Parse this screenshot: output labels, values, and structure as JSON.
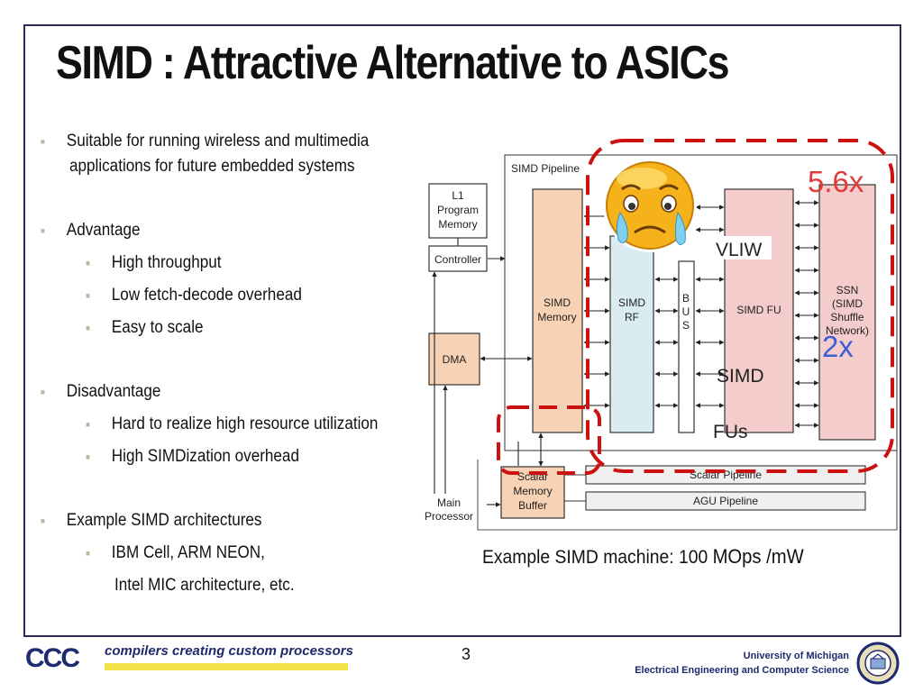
{
  "title": "SIMD : Attractive Alternative to ASICs",
  "bullets": {
    "b1_line1": "Suitable for running wireless and multimedia",
    "b1_line2": "applications for future embedded systems",
    "advantage": "Advantage",
    "adv1": "High throughput",
    "adv2": "Low fetch-decode overhead",
    "adv3": "Easy to scale",
    "disadvantage": "Disadvantage",
    "dis1": "Hard to realize high resource utilization",
    "dis2": "High SIMDization overhead",
    "examples": "Example SIMD architectures",
    "ex1": "IBM Cell, ARM NEON,",
    "ex2": "Intel MIC architecture, etc."
  },
  "diagram": {
    "simd_pipeline": "SIMD Pipeline",
    "l1_line1": "L1",
    "l1_line2": "Program",
    "l1_line3": "Memory",
    "controller": "Controller",
    "dma": "DMA",
    "simd_memory_line1": "SIMD",
    "simd_memory_line2": "Memory",
    "simd_rf_line1": "SIMD",
    "simd_rf_line2": "RF",
    "bus_b": "B",
    "bus_u": "U",
    "bus_s": "S",
    "simd_fu": "SIMD FU",
    "ssn_line1": "SSN",
    "ssn_line2": "(SIMD",
    "ssn_line3": "Shuffle",
    "ssn_line4": "Network)",
    "scalar_mem_line1": "Scalar",
    "scalar_mem_line2": "Memory",
    "scalar_mem_line3": "Buffer",
    "scalar_pipeline": "Scalar Pipeline",
    "agu_pipeline": "AGU Pipeline",
    "main_proc_line1": "Main",
    "main_proc_line2": "Processor",
    "vliw": "VLIW",
    "simd_label": "SIMD",
    "fus_label": "FUs",
    "factor_56": "5.6x",
    "factor_2": "2x",
    "colors": {
      "orange_box": "#f7d2b4",
      "blue_box": "#d8ecf2",
      "pink_box": "#f4cccc",
      "dash_red": "#cc1111",
      "factor_red": "#e23b3b",
      "factor_blue": "#3b5fd8"
    }
  },
  "caption_prefix": "Example SIMD machine: 100 ",
  "caption_suffix": "MOps /mW",
  "footer": {
    "logo_letters": "CCC",
    "logo_tagline": "compilers creating custom processors",
    "page_number": "3",
    "univ_line1": "University of Michigan",
    "univ_line2": "Electrical Engineering and Computer Science"
  }
}
